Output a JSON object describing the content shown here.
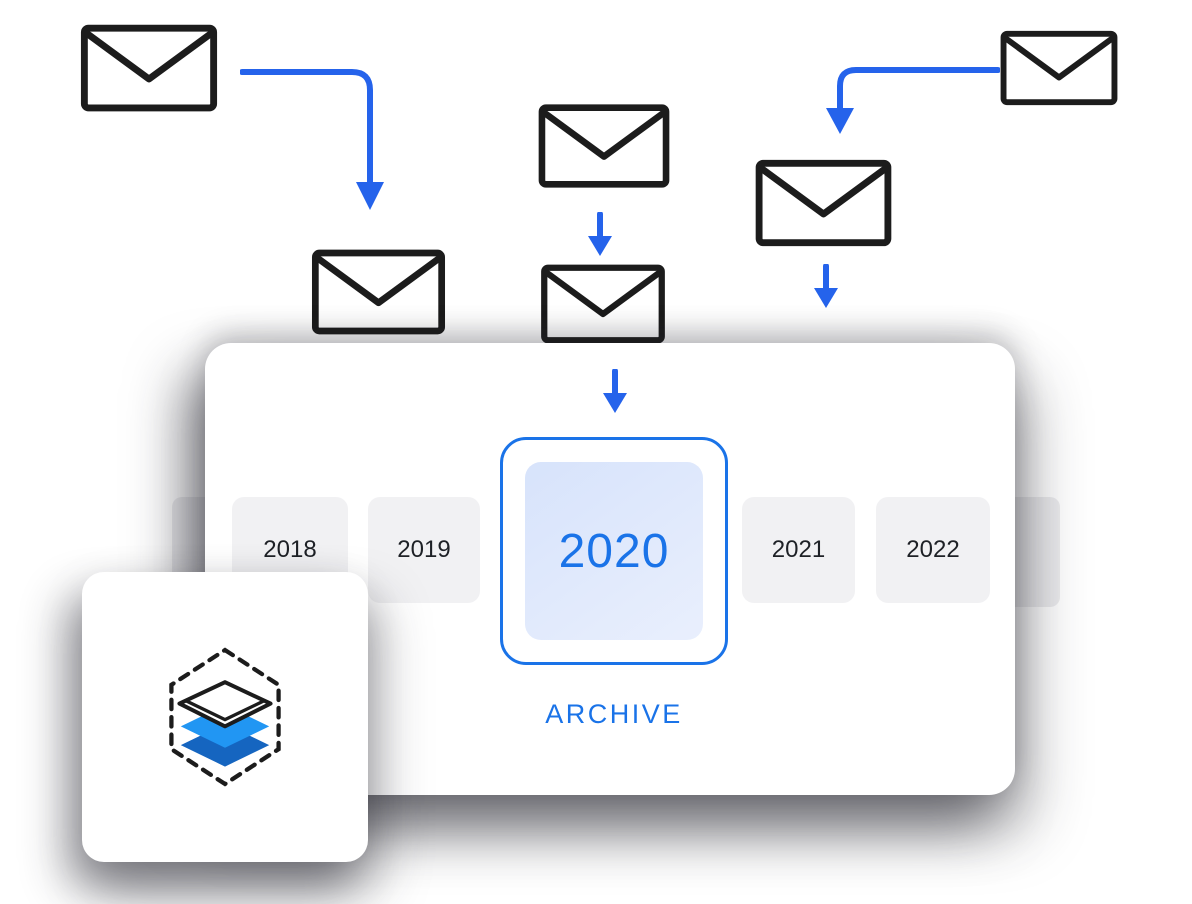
{
  "illustration": {
    "title": "email-archive-flow-illustration",
    "colors": {
      "accent_blue": "#1a73e8",
      "arrow_blue": "#2563eb",
      "outline_dark": "#1c1c1c",
      "tile_gray": "#f1f1f3",
      "selected_tile_fill": "#dde7fc",
      "layer_blue_light": "#2196f3",
      "layer_blue_dark": "#1565c0",
      "panel_bg": "#ffffff"
    },
    "archive_panel": {
      "years": [
        {
          "label": "2018",
          "selected": false
        },
        {
          "label": "2019",
          "selected": false
        },
        {
          "label": "2020",
          "selected": true
        },
        {
          "label": "2021",
          "selected": false
        },
        {
          "label": "2022",
          "selected": false
        }
      ],
      "selected_year": "2020",
      "archive_label": "ARCHIVE"
    },
    "icons": [
      "envelope-icon (x6)",
      "elbow-arrow-right-down-icon",
      "elbow-arrow-left-down-icon",
      "arrow-down-icon (x3)",
      "archive-stack-hexagon-icon"
    ]
  }
}
